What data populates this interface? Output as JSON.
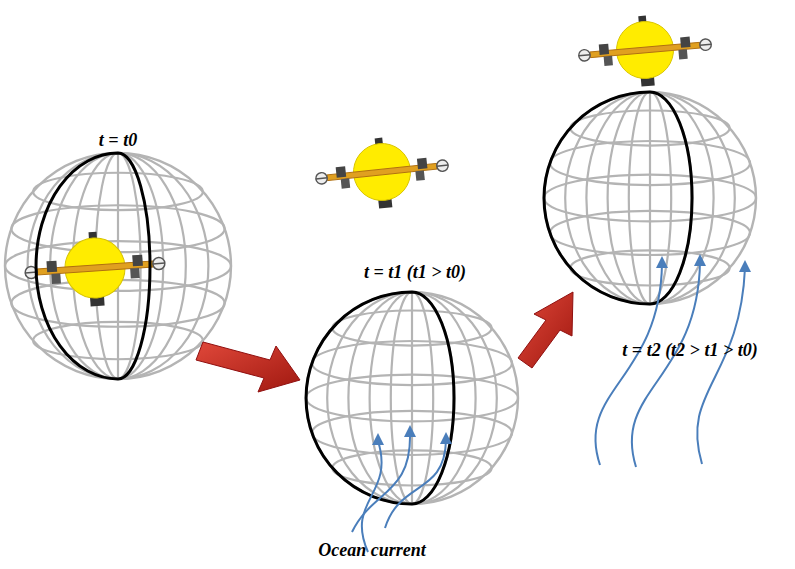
{
  "diagram": {
    "labels": [
      "t = t0",
      "t = t1 (t1 > t0)",
      "t = t2 (t2 > t1 > t0)",
      "Ocean current"
    ]
  }
}
